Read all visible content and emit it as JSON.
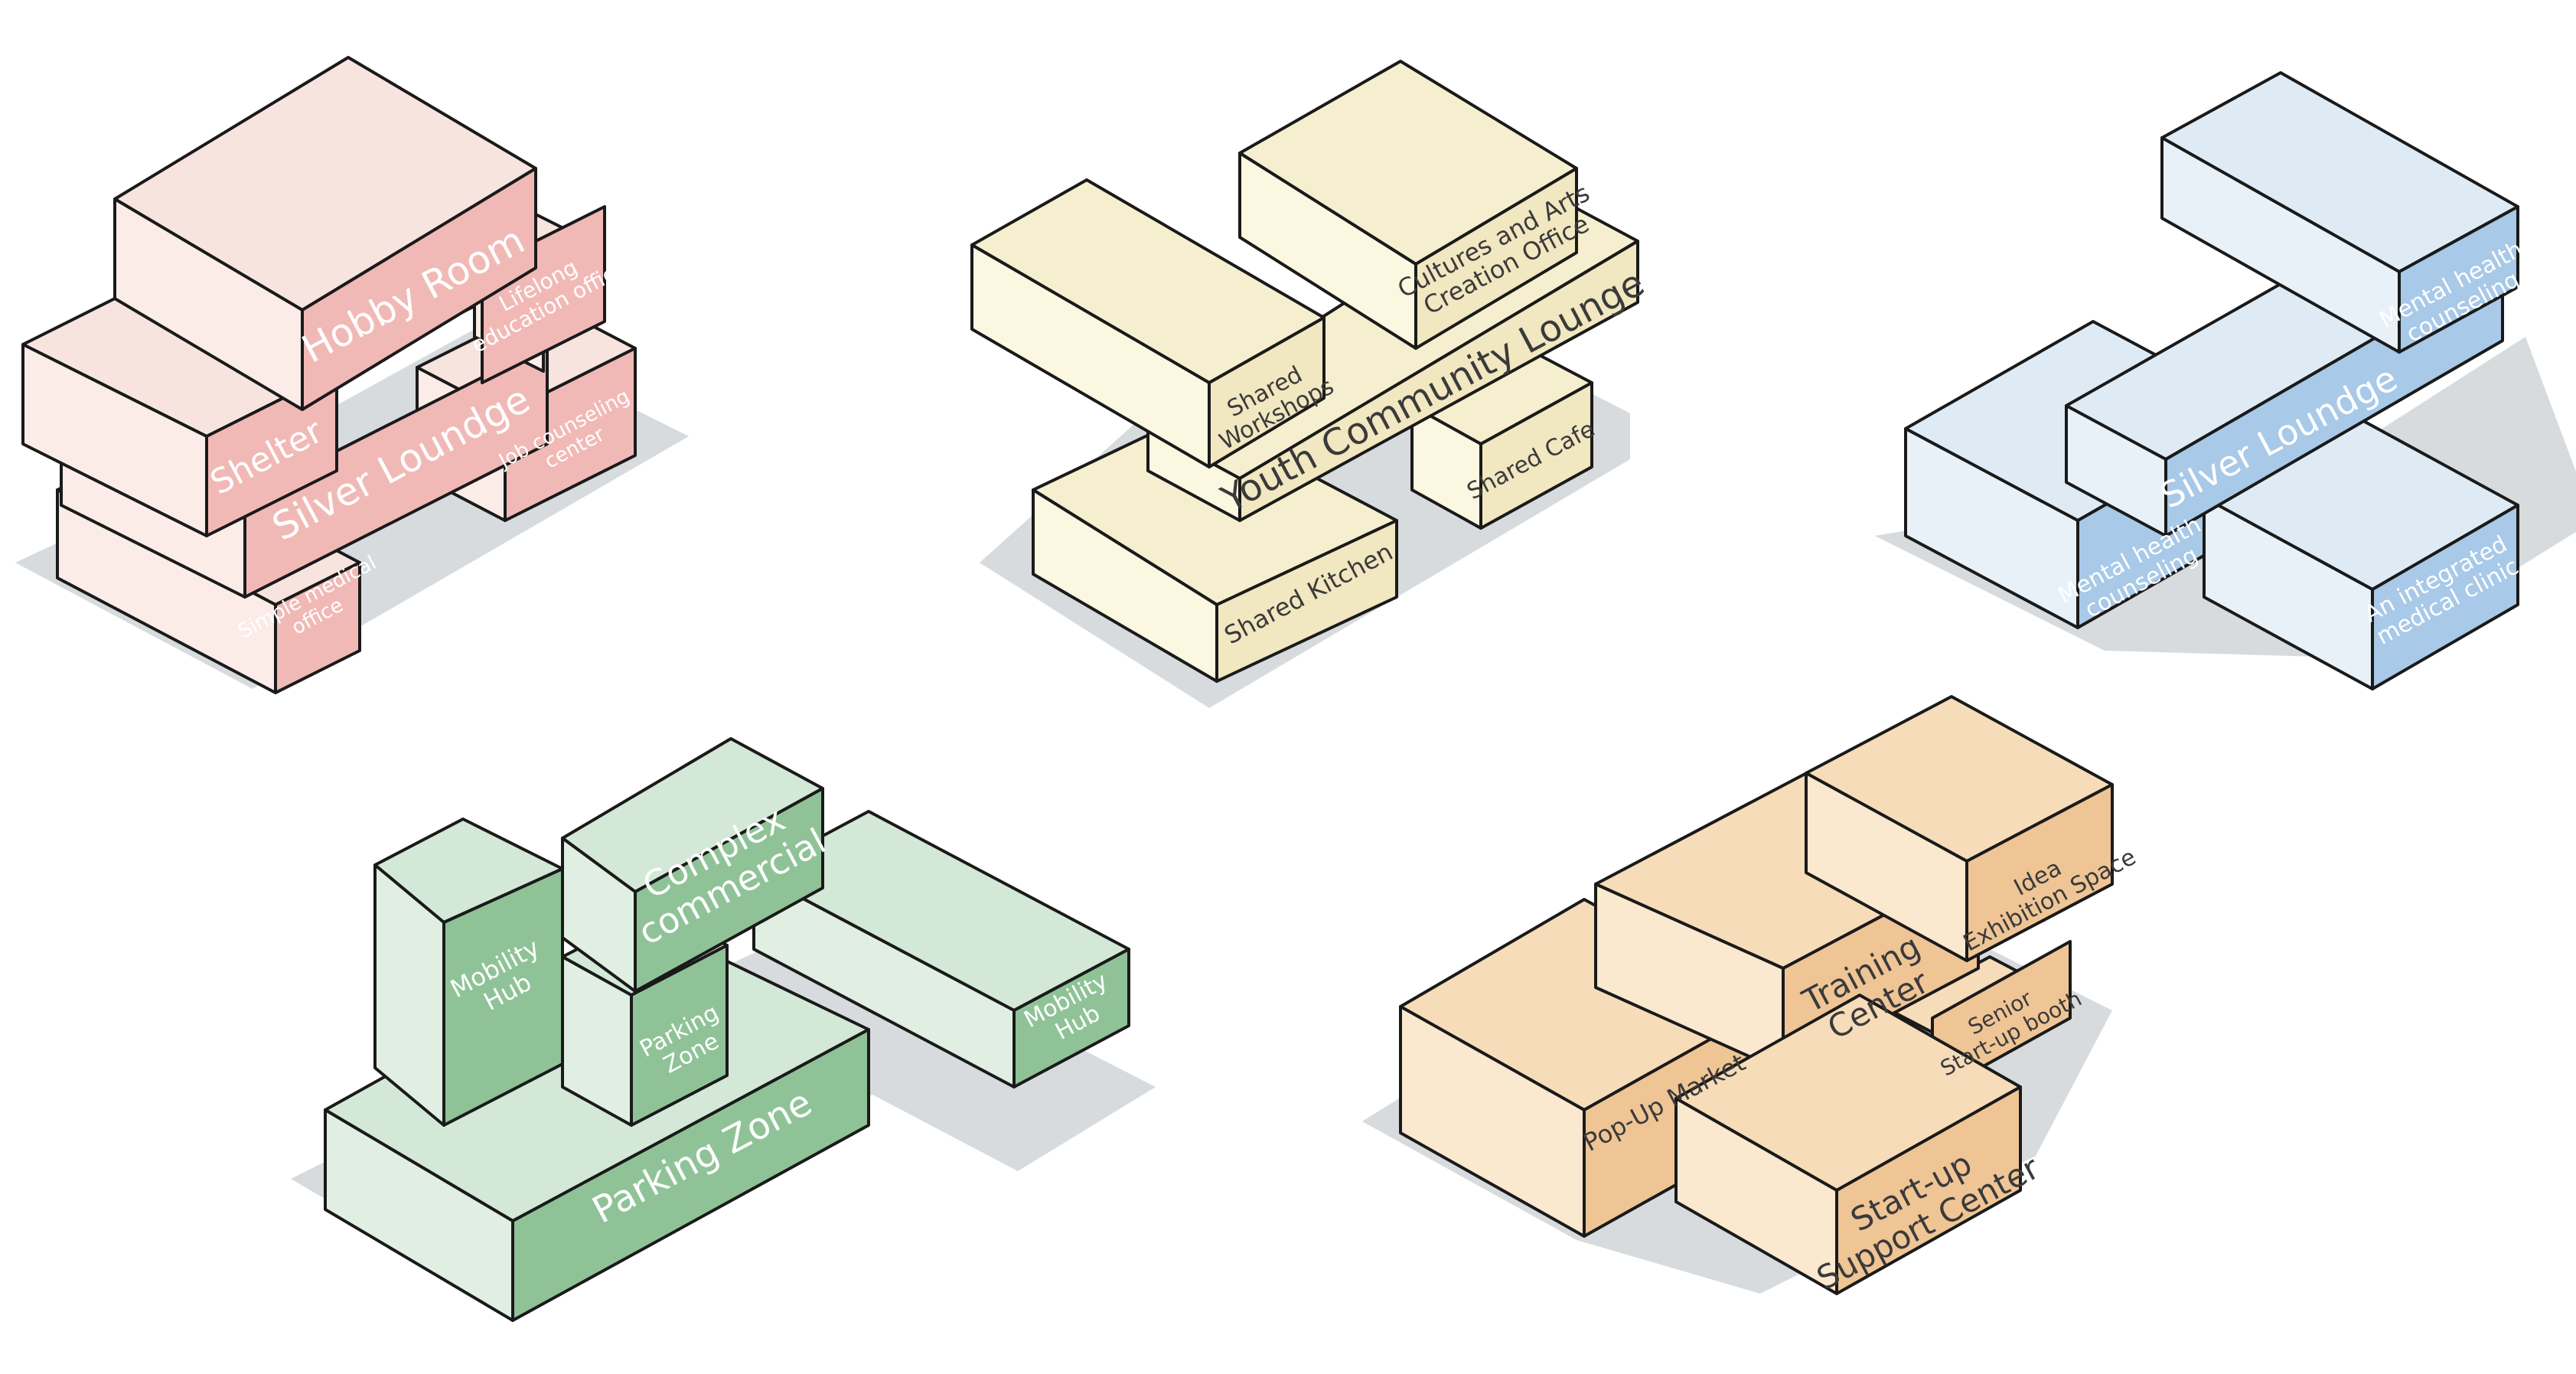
{
  "colors": {
    "outline": "#1a1a1a",
    "ground_shadow": "#d7dbdd",
    "cast_shadow": "#8f9497",
    "pink": {
      "top": "#f7e4df",
      "left": "#fbece8",
      "right": "#f1b9b6",
      "label": "#ffffff"
    },
    "yellow": {
      "top": "#f6efcf",
      "left": "#fbf7e1",
      "right": "#f1e7c0",
      "label": "#3a3a3a"
    },
    "blue": {
      "top": "#dfebf4",
      "left": "#e8f1f7",
      "right": "#a8c9e7",
      "label": "#ffffff"
    },
    "green": {
      "top": "#d3e8d6",
      "left": "#e0efe2",
      "right": "#8fc397",
      "label": "#ffffff"
    },
    "orange": {
      "top": "#f6dcb8",
      "left": "#fae8cf",
      "right": "#efc596",
      "label": "#3a3a3a"
    }
  },
  "clusters": [
    {
      "theme": "pink",
      "labels": [
        "Hobby Room",
        "Lifelong education office",
        "Shelter",
        "Silver Loundge",
        "Job counseling center",
        "Simple medical office"
      ]
    },
    {
      "theme": "yellow",
      "labels": [
        "Cultures and Arts Creation Office",
        "Youth Community Lounge",
        "Shared Workshops",
        "Shared Cafe",
        "Shared Kitchen"
      ]
    },
    {
      "theme": "blue",
      "labels": [
        "Mental health counseling",
        "Silver Loundge",
        "Mental health counseling",
        "An integrated medical clinic"
      ]
    },
    {
      "theme": "green",
      "labels": [
        "Complex commercial",
        "Mobility Hub",
        "Parking Zone",
        "Parking Zone",
        "Mobility Hub"
      ]
    },
    {
      "theme": "orange",
      "labels": [
        "Idea Exhibition Space",
        "Training Center",
        "Senior Start-up booth",
        "Pop-Up Market",
        "Start-up Support Center"
      ]
    }
  ]
}
